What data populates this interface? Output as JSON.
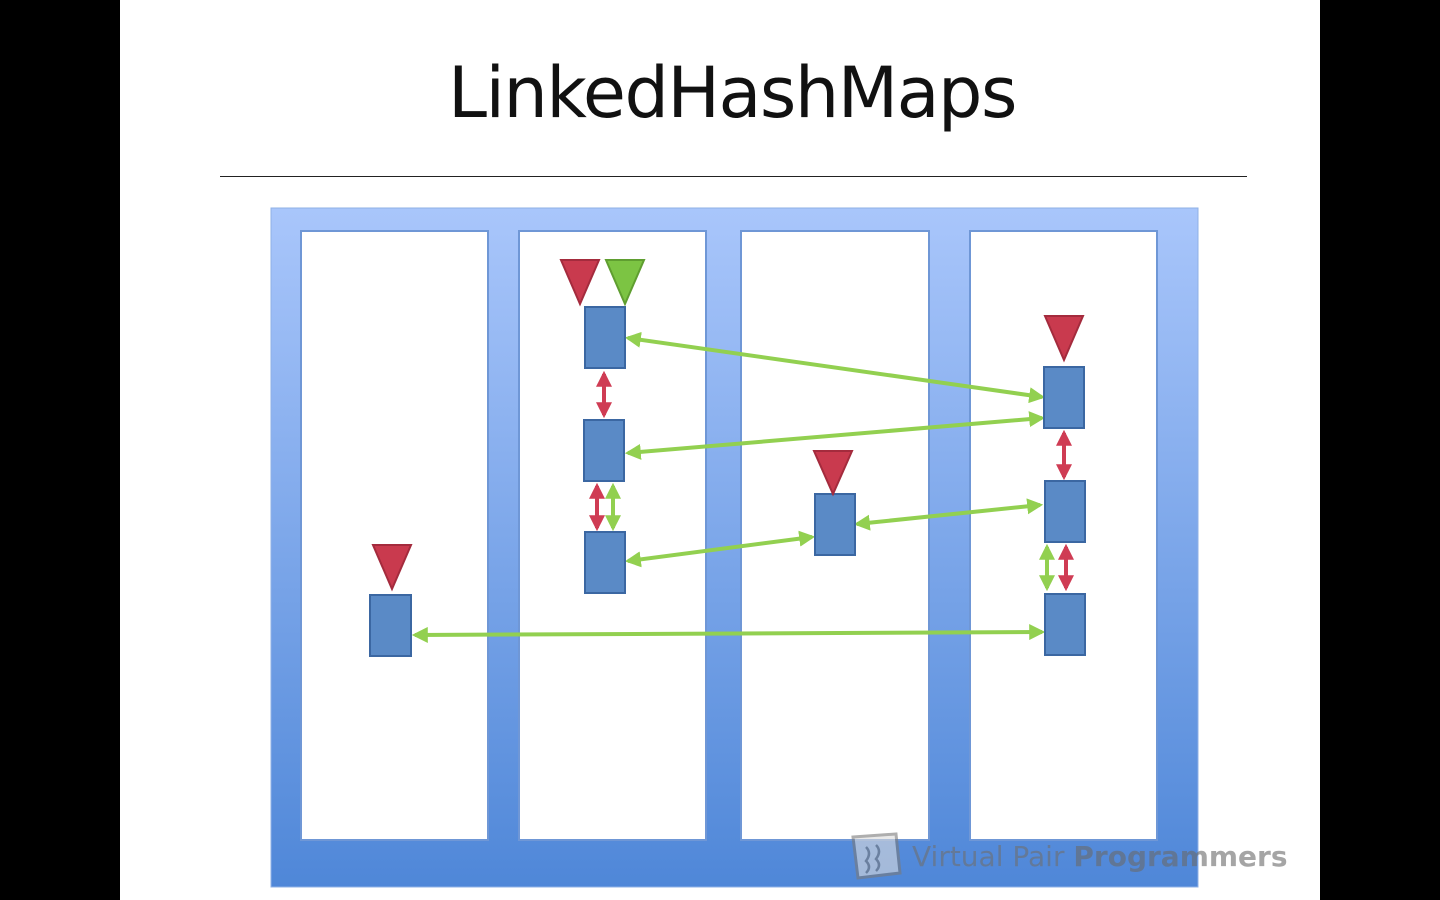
{
  "slide": {
    "title": "LinkedHashMaps"
  },
  "diagram": {
    "colors": {
      "frame_top": "#a7c4fb",
      "frame_bottom": "#4f87d8",
      "bucket_fill": "#ffffff",
      "node_fill": "#5a8ac6",
      "node_stroke": "#3b67a2",
      "bucket_pointer": "#c93a4e",
      "head_pointer": "#7cc443",
      "bucket_link": "#cf3c54",
      "order_link": "#92d050"
    },
    "icons": {
      "bucket_pointer": "red-down-triangle",
      "head_pointer": "green-down-triangle",
      "node": "entry-box"
    }
  },
  "watermark": {
    "brand_light": "Virtual Pair ",
    "brand_bold": "Programmers"
  }
}
